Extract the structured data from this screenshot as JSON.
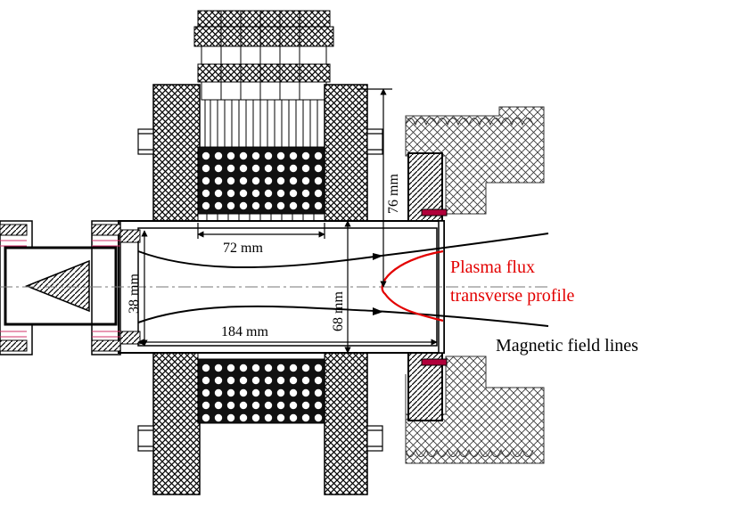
{
  "dimensions": {
    "coil_length": "72 mm",
    "outer_radius": "76 mm",
    "tube_length": "184 mm",
    "inner_diameter": "38 mm",
    "outer_diameter": "68 mm"
  },
  "labels": {
    "plasma_profile_line1": "Plasma flux",
    "plasma_profile_line2": "transverse profile",
    "field_lines": "Magnetic field lines"
  },
  "colors": {
    "profile": "#e30000",
    "axis_marks": "#d0306a",
    "stroke": "#000000"
  }
}
